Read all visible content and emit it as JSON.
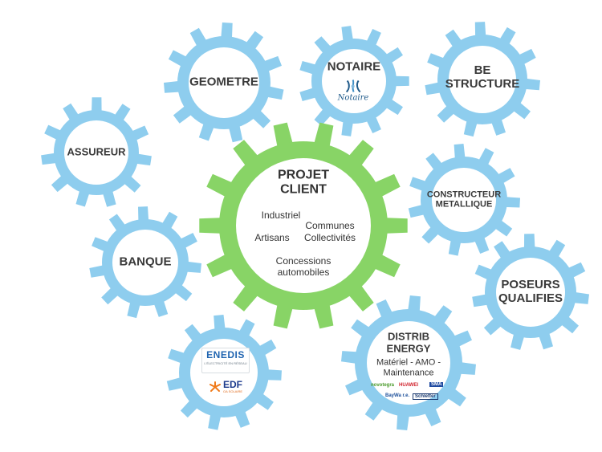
{
  "colors": {
    "gear_blue": "#8ecdee",
    "gear_green": "#88d466",
    "hub": "#ffffff",
    "text": "#3a3a3a"
  },
  "center": {
    "title_line1": "PROJET",
    "title_line2": "CLIENT",
    "items": {
      "industriel": "Industriel",
      "communes": "Communes",
      "collectivites": "Collectivités",
      "artisans": "Artisans",
      "concessions_line1": "Concessions",
      "concessions_line2": "automobiles"
    }
  },
  "gears": {
    "geometre": "GEOMETRE",
    "notaire": "NOTAIRE",
    "be_structure_line1": "BE",
    "be_structure_line2": "STRUCTURE",
    "assureur": "ASSUREUR",
    "constructeur_line1": "CONSTRUCTEUR",
    "constructeur_line2": "METALLIQUE",
    "banque": "BANQUE",
    "poseurs_line1": "POSEURS",
    "poseurs_line2": "QUALIFIES",
    "distrib_line1": "DISTRIB",
    "distrib_line2": "ENERGY",
    "distrib_sub_line1": "Matériel - AMO -",
    "distrib_sub_line2": "Maintenance"
  },
  "logos": {
    "notaire_text": "Notaire",
    "enedis_name": "ENEDIS",
    "enedis_tagline": "L'ÉLECTRICITÉ EN RÉSEAU",
    "edf_name": "EDF",
    "edf_tagline": "OA SOLAIRE",
    "novotegra": "novotegra",
    "huawei": "HUAWEI",
    "sma": "SMA",
    "baywa": "BayWa r.e.",
    "schletter": "Schletter"
  }
}
